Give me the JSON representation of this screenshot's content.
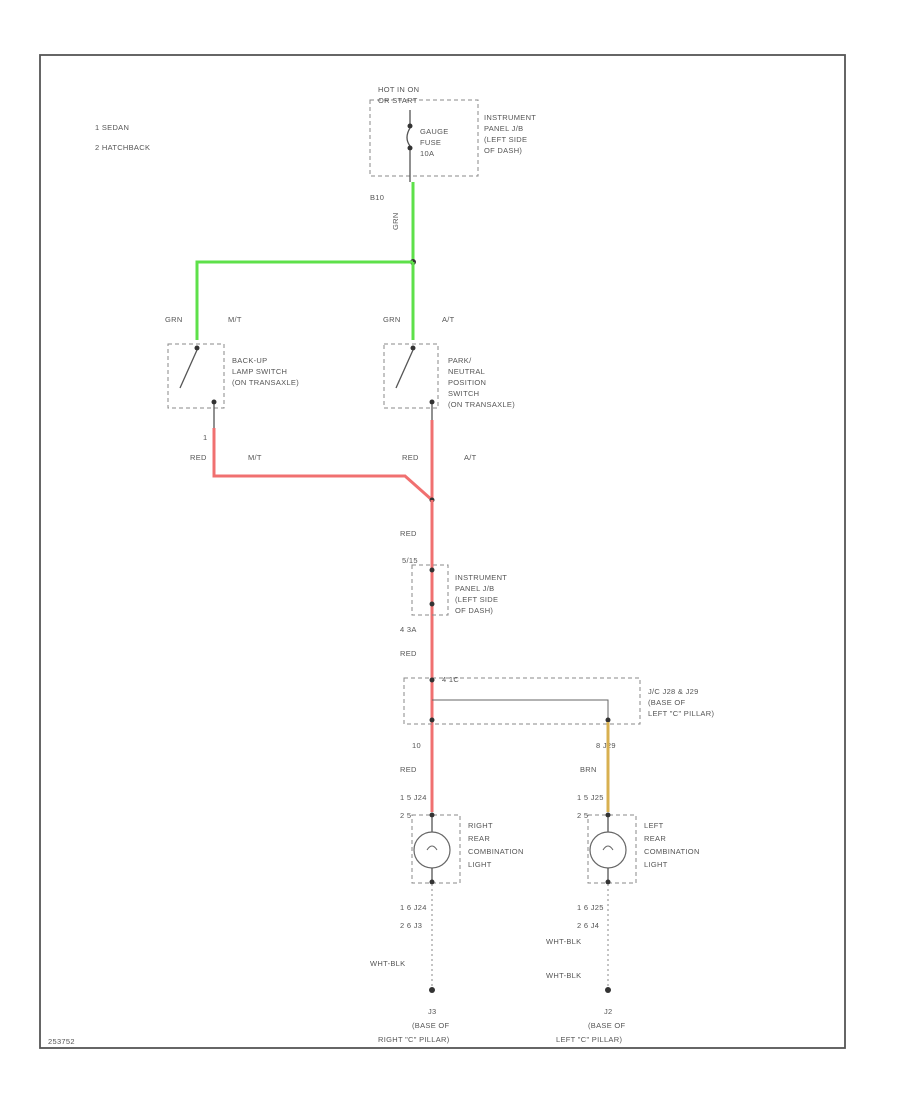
{
  "legend": {
    "line1": "1  SEDAN",
    "line2": "2  HATCHBACK"
  },
  "fuse_block": {
    "power": "HOT IN ON",
    "start": "OR START",
    "fuse_line1": "GAUGE",
    "fuse_line2": "FUSE",
    "fuse_line3": "10A",
    "loc1": "INSTRUMENT",
    "loc2": "PANEL J/B",
    "loc3": "(LEFT SIDE",
    "loc4": "OF DASH)"
  },
  "wire_top": {
    "connector": "B10",
    "color": "GRN"
  },
  "left_branch": {
    "wire_color": "GRN",
    "trans": "M/T",
    "sw1": "BACK-UP",
    "sw2": "LAMP SWITCH",
    "sw3": "(ON TRANSAXLE)",
    "pin": "1",
    "out_color": "RED",
    "out_trans": "M/T"
  },
  "right_branch": {
    "wire_color": "GRN",
    "trans": "A/T",
    "sw1": "PARK/",
    "sw2": "NEUTRAL",
    "sw3": "POSITION",
    "sw4": "SWITCH",
    "sw5": "(ON TRANSAXLE)",
    "out_color": "RED",
    "out_trans": "A/T"
  },
  "center": {
    "wire1": "RED",
    "pin_top": "5/15",
    "jb1": "INSTRUMENT",
    "jb2": "PANEL J/B",
    "jb3": "(LEFT SIDE",
    "jb4": "OF DASH)",
    "pin_bottom": "4 3A",
    "wire2": "RED"
  },
  "junction": {
    "pin_top": "4 1C",
    "loc1": "J/C J28 & J29",
    "loc2": "(BASE OF",
    "loc3": "LEFT \"C\" PILLAR)"
  },
  "right_lamp": {
    "pin": "10",
    "wire": "RED",
    "conn1": "1  5  J24",
    "conn2": "2  5",
    "lbl1": "RIGHT",
    "lbl2": "REAR",
    "lbl3": "COMBINATION",
    "lbl4": "LIGHT",
    "gnd1": "1  6  J24",
    "gnd2": "2  6  J3",
    "gnd_wire": "WHT-BLK",
    "gnd_name": "J3",
    "gnd_loc1": "(BASE OF",
    "gnd_loc2": "RIGHT \"C\" PILLAR)"
  },
  "left_lamp": {
    "pin": "8  J29",
    "wire": "BRN",
    "conn1": "1  5  J25",
    "conn2": "2  5",
    "lbl1": "LEFT",
    "lbl2": "REAR",
    "lbl3": "COMBINATION",
    "lbl4": "LIGHT",
    "gnd1": "1  6  J25",
    "gnd2": "2  6  J4",
    "gnd_wire1": "WHT-BLK",
    "gnd_wire2": "WHT-BLK",
    "gnd_name": "J2",
    "gnd_loc1": "(BASE OF",
    "gnd_loc2": "LEFT \"C\" PILLAR)"
  },
  "footer": {
    "code": "253752"
  },
  "colors": {
    "grn": "#5ee04a",
    "red": "#f07070",
    "brn": "#d8b050"
  }
}
